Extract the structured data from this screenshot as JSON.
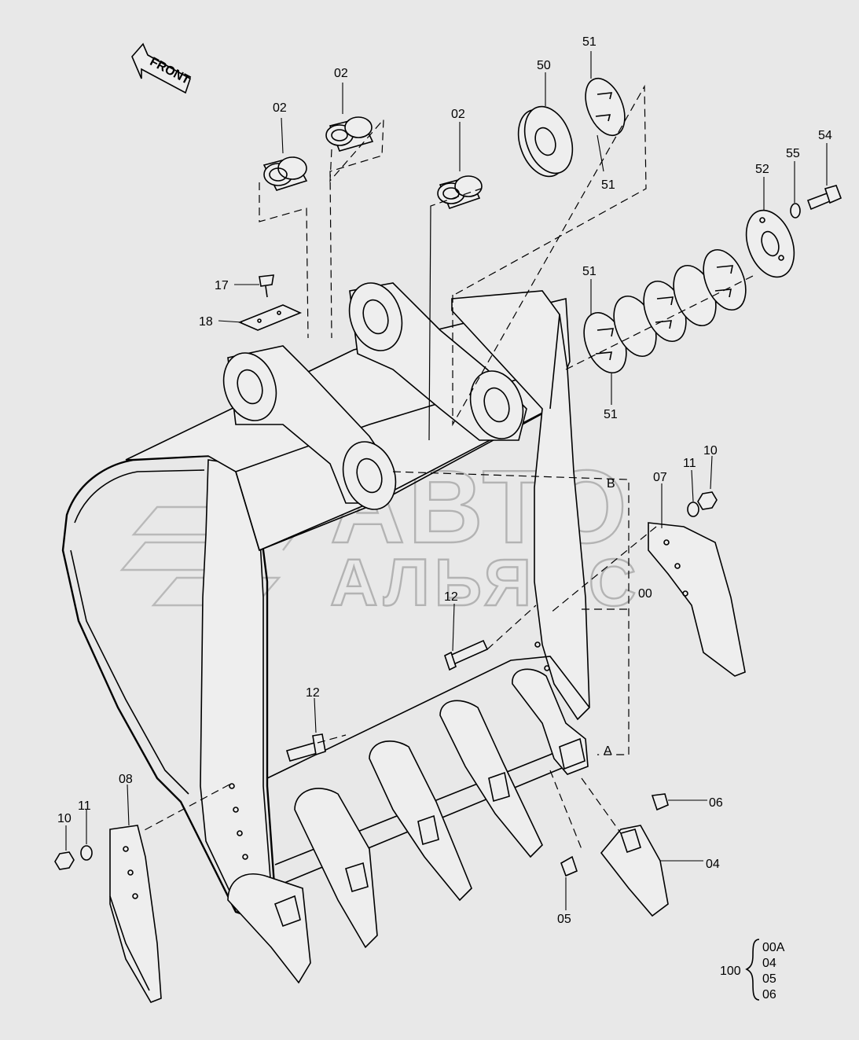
{
  "front_arrow": "FRONT",
  "watermark": {
    "line1": "АВТО",
    "line2": "АЛЬЯНС"
  },
  "parts": {
    "p02a": "02",
    "p02b": "02",
    "p02c": "02",
    "p50": "50",
    "p51a": "51",
    "p51b": "51",
    "p51c": "51",
    "p51d": "51",
    "p52": "52",
    "p54": "54",
    "p55": "55",
    "p17": "17",
    "p18": "18",
    "p10a": "10",
    "p11a": "11",
    "p07": "07",
    "p00": "00",
    "p12a": "12",
    "p12b": "12",
    "p08": "08",
    "p10b": "10",
    "p11b": "11",
    "p06": "06",
    "p04": "04",
    "p05": "05",
    "ref_a": "A",
    "ref_b": "B"
  },
  "kit": {
    "number": "100",
    "items": [
      "00A",
      "04",
      "05",
      "06"
    ]
  }
}
